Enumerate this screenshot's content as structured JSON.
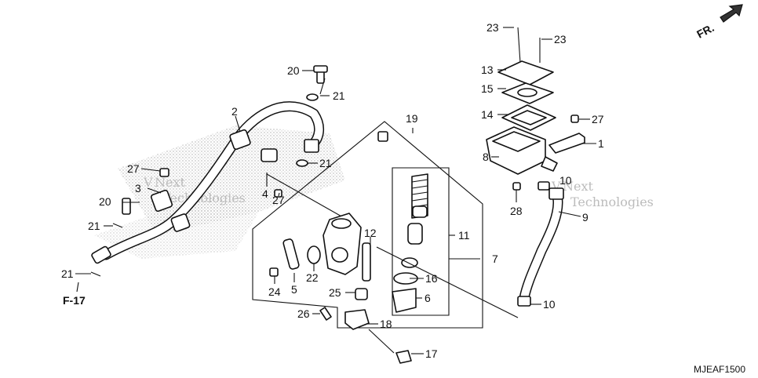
{
  "diagram": {
    "code": "MJEAF1500",
    "direction_label": "FR.",
    "ref_label": "F-17",
    "watermark": {
      "brand_lines": [
        "Next",
        "Technologies"
      ],
      "prefix": "V"
    },
    "callouts": {
      "c1": "1",
      "c2": "2",
      "c3": "3",
      "c4": "4",
      "c5": "5",
      "c6": "6",
      "c7": "7",
      "c8": "8",
      "c9": "9",
      "c10a": "10",
      "c10b": "10",
      "c11": "11",
      "c12": "12",
      "c13": "13",
      "c14": "14",
      "c15": "15",
      "c16": "16",
      "c17": "17",
      "c18": "18",
      "c19": "19",
      "c20a": "20",
      "c20b": "20",
      "c21a": "21",
      "c21b": "21",
      "c21c": "21",
      "c21d": "21",
      "c22": "22",
      "c23a": "23",
      "c23b": "23",
      "c24": "24",
      "c25": "25",
      "c26": "26",
      "c27a": "27",
      "c27b": "27",
      "c27c": "27",
      "c28": "28"
    }
  }
}
